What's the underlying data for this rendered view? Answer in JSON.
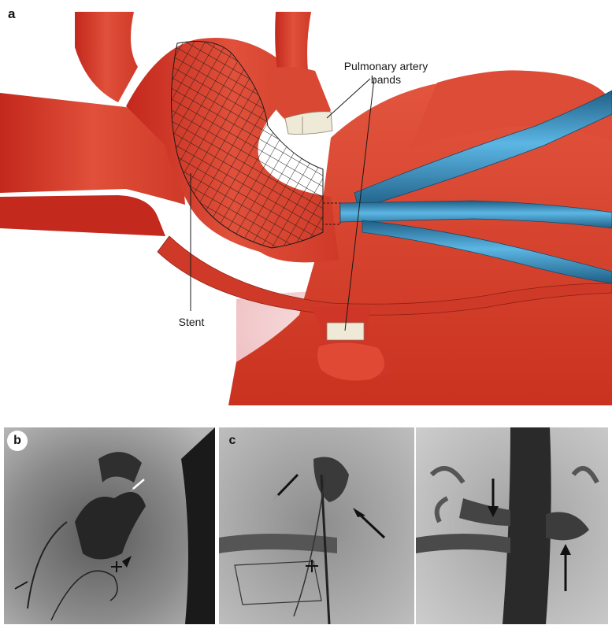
{
  "panel_a": {
    "letter": "a",
    "labels": {
      "pulmonary_bands_line1": "Pulmonary artery",
      "pulmonary_bands_line2": "bands",
      "stent": "Stent"
    }
  },
  "panel_b": {
    "letter": "b"
  },
  "panel_c": {
    "letter": "c"
  },
  "colors": {
    "vessel": "#d8402e",
    "vessel_dark": "#b22a1c",
    "catheter": "#3a93c6",
    "catheter_dark": "#1f5f86",
    "band": "#efe9d8",
    "pericardium": "#f2c9cc"
  }
}
